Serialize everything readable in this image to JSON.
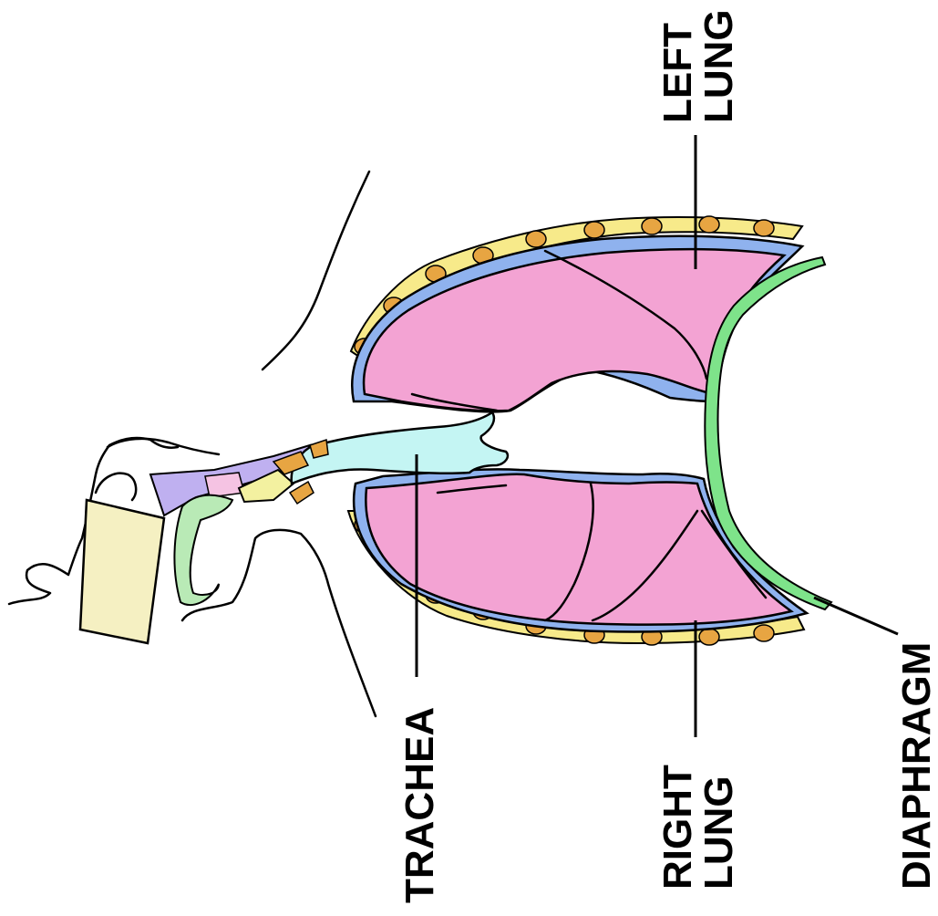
{
  "labels": {
    "left_lung": [
      "LEFT",
      "LUNG"
    ],
    "right_lung": [
      "RIGHT",
      "LUNG"
    ],
    "trachea": "TRACHEA",
    "diaphragm": "DIAPHRAGM"
  },
  "colors": {
    "lung": "#f3a3d3",
    "pleura": "#8fb2ee",
    "trachea": "#c4f5f3",
    "diaphragm": "#7ee38a",
    "ribcage_fill": "#f7ea8a",
    "rib": "#e7a542",
    "head_block": "#f5f0c2",
    "palate_purple": "#bfb0f0",
    "tongue_green": "#b9eab6",
    "epiglottis_yellow": "#f3f1a0",
    "larynx_pink": "#f5c3e3",
    "outline": "#000000"
  }
}
